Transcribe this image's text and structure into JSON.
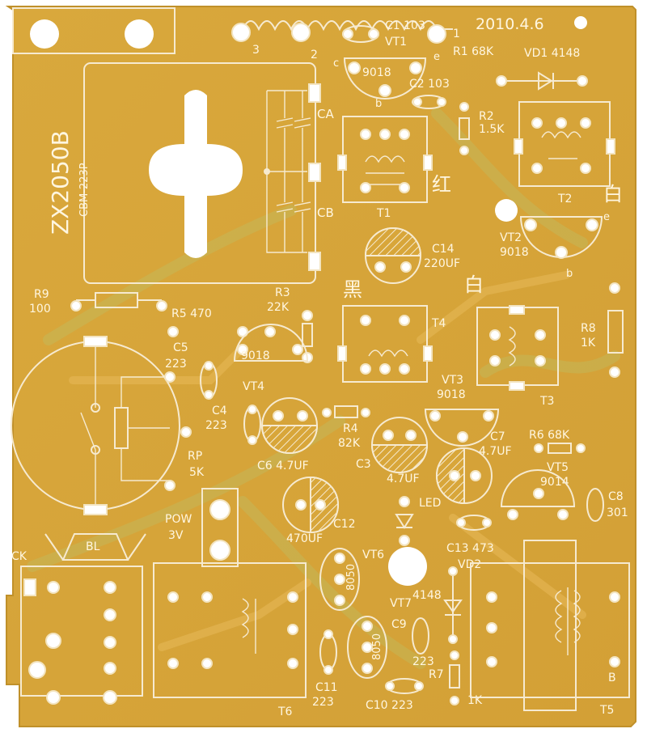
{
  "colors": {
    "board": "#d8a63a",
    "board_edge": "#c99a30",
    "silk": "#f6ead0",
    "pad": "#ffffff"
  },
  "board": {
    "date": "2010.4.6",
    "model": "ZX2050B",
    "capacitor_part": "CBM-223P",
    "coil_pins": [
      "3",
      "2",
      "1"
    ],
    "tuning_caps": [
      "CA",
      "CB"
    ]
  },
  "labels": {
    "c1": "C1 103",
    "vt1": "VT1",
    "vt1_type": "9018",
    "r1": "R1 68K",
    "vd1": "VD1 4148",
    "c2": "C2 103",
    "r2": "R2",
    "r2_val": "1.5K",
    "t1": "T1",
    "t2": "T2",
    "red": "红",
    "white": "白",
    "black": "黑",
    "white2": "白",
    "vt2": "VT2",
    "vt2_type": "9018",
    "c14": "C14",
    "c14_val": "220UF",
    "r9": "R9",
    "r9_val": "100",
    "r5": "R5 470",
    "r3": "R3",
    "r3_val": "22K",
    "c5": "C5",
    "c5_val": "223",
    "vt4_type": "9018",
    "vt4": "VT4",
    "t4": "T4",
    "vt3": "VT3",
    "vt3_type": "9018",
    "t3": "T3",
    "r8": "R8",
    "r8_val": "1K",
    "c4": "C4",
    "c4_val": "223",
    "r4": "R4",
    "r4_val": "82K",
    "c6": "C6 4.7UF",
    "c3": "C3",
    "c3_val": "4.7UF",
    "c7": "C7",
    "c7_val": "4.7UF",
    "r6": "R6 68K",
    "vt5": "VT5",
    "vt5_type": "9014",
    "rp": "RP",
    "rp_val": "5K",
    "pow": "POW",
    "pow_val": "3V",
    "c12": "C12",
    "c12_val": "470UF",
    "led": "LED",
    "c8": "C8",
    "c8_val": "301",
    "bl": "BL",
    "ck": "CK",
    "vt6": "VT6",
    "vt6_type": "8050",
    "c13": "C13 473",
    "vd2": "VD2",
    "vd2_type": "4148",
    "vt7": "VT7",
    "vt7_type": "8050",
    "c9": "C9",
    "c9_val": "223",
    "r7": "R7",
    "r7_val": "1K",
    "c11": "C11",
    "c11_val": "223",
    "c10": "C10 223",
    "t6": "T6",
    "t5": "T5",
    "b_pin": "B",
    "c_pin": "c",
    "e_pin": "e",
    "b_pin_l": "b"
  }
}
